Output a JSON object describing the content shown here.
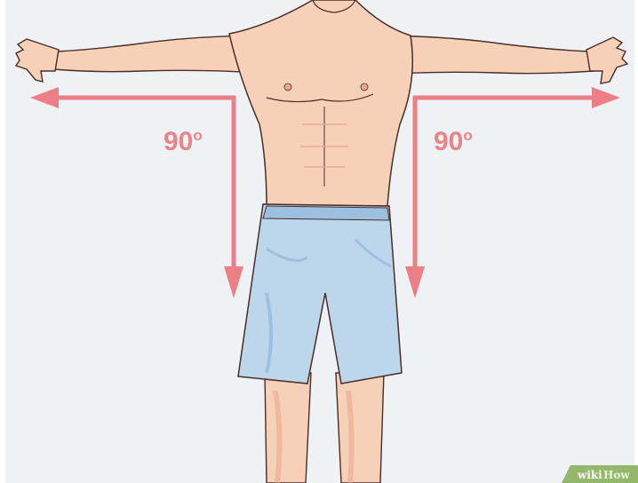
{
  "illustration": {
    "description_icon": "person-arms-out-icon",
    "colors": {
      "background": "#eef2f5",
      "skin": "#f6d1b8",
      "skin_shadow": "#e9a98f",
      "outline": "#4a2c28",
      "shorts": "#bcd6ec",
      "shorts_shadow": "#9dbfe0",
      "arrow": "#ec7f86",
      "label": "#e8848a"
    }
  },
  "labels": {
    "left_angle": "90",
    "left_degree": "o",
    "right_angle": "90",
    "right_degree": "o"
  },
  "watermark": {
    "prefix": "wiki",
    "suffix": "How"
  }
}
